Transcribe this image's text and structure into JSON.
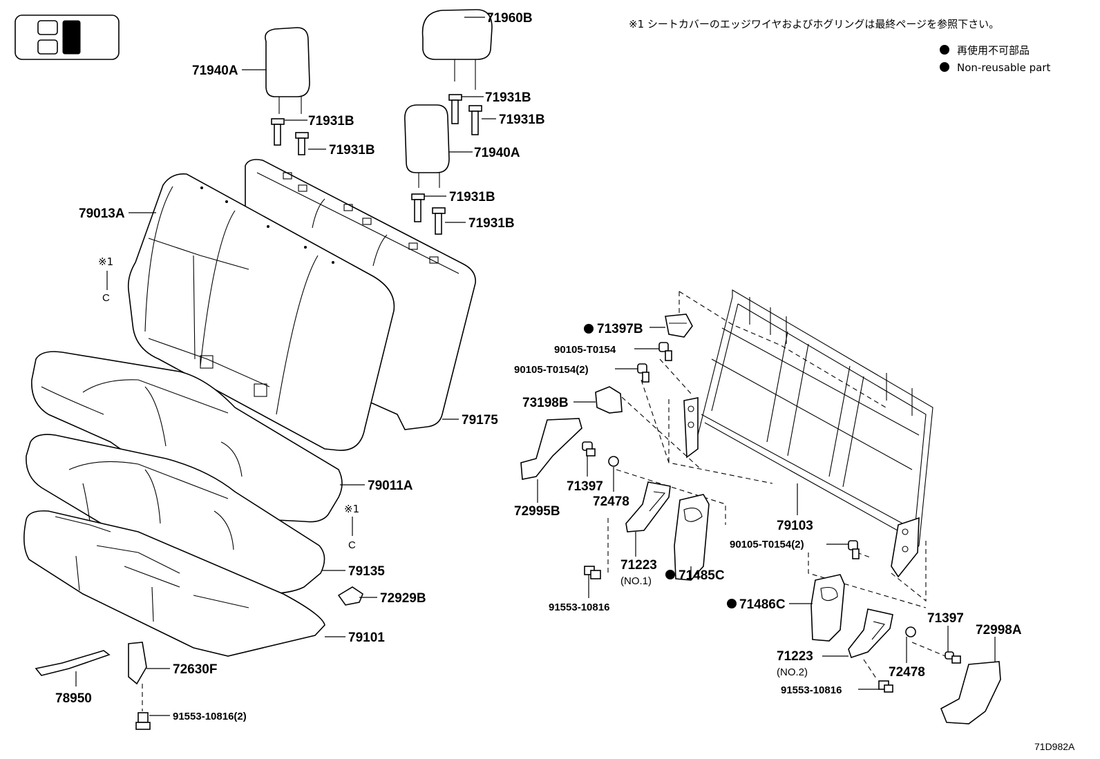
{
  "notes": {
    "edge_wire_note": "※1 シートカバーのエッジワイヤおよびホグリングは最終ページを参照下さい。",
    "legend_jp": "再使用不可部品",
    "legend_en": "Non-reusable part",
    "ref_mark_1": "※1",
    "ref_mark_2": "※1",
    "ref_c_1": "C",
    "ref_c_2": "C"
  },
  "diagram_code": "71D982A",
  "labels": {
    "l71960B": "71960B",
    "l71940A_1": "71940A",
    "l71931B_1": "71931B",
    "l71931B_2": "71931B",
    "l71931B_3": "71931B",
    "l71931B_4": "71931B",
    "l71940A_2": "71940A",
    "l71931B_5": "71931B",
    "l71931B_6": "71931B",
    "l79013A": "79013A",
    "l79175": "79175",
    "l79011A": "79011A",
    "l79135": "79135",
    "l72929B": "72929B",
    "l79101": "79101",
    "l72630F": "72630F",
    "l78950": "78950",
    "l91553_2": "91553-10816(2)",
    "l71397B": "71397B",
    "l90105_a": "90105-T0154",
    "l90105_b": "90105-T0154(2)",
    "l73198B": "73198B",
    "l72995B": "72995B",
    "l71397_1": "71397",
    "l72478_1": "72478",
    "l71223_1": "71223",
    "l71223_1_sub": "(NO.1)",
    "l91553_a": "91553-10816",
    "l71485C": "71485C",
    "l79103": "79103",
    "l90105_c": "90105-T0154(2)",
    "l71486C": "71486C",
    "l71223_2": "71223",
    "l71223_2_sub": "(NO.2)",
    "l91553_b": "91553-10816",
    "l72478_2": "72478",
    "l71397_2": "71397",
    "l72998A": "72998A"
  }
}
